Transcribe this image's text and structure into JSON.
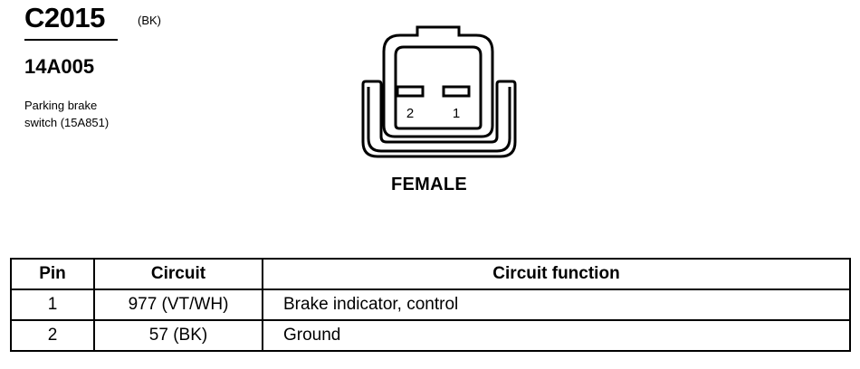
{
  "header": {
    "connector_id": "C2015",
    "color_code": "(BK)",
    "part_number": "14A005",
    "description_line1": "Parking brake",
    "description_line2": "switch (15A851)"
  },
  "connector": {
    "pin_labels": [
      "2",
      "1"
    ],
    "face_label": "FEMALE"
  },
  "table": {
    "headers": [
      "Pin",
      "Circuit",
      "Circuit function"
    ],
    "rows": [
      {
        "pin": "1",
        "circuit": "977 (VT/WH)",
        "function": "Brake indicator, control"
      },
      {
        "pin": "2",
        "circuit": "57 (BK)",
        "function": "Ground"
      }
    ]
  }
}
